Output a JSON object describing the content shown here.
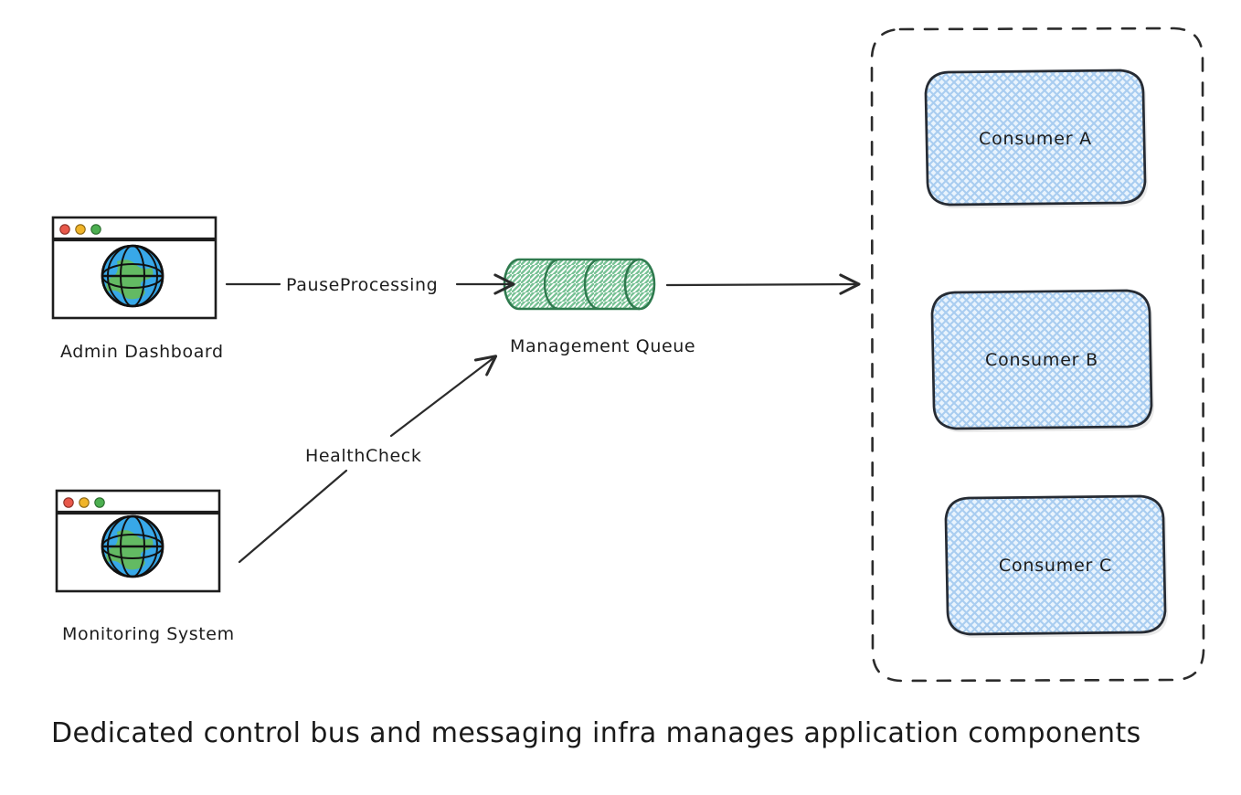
{
  "diagram": {
    "title": "Dedicated control bus and messaging infra manages application components",
    "background": "#ffffff",
    "ink_color": "#1d1d1d",
    "queue_color": "#3c8d5c",
    "box_fill": "#dbeafe",
    "box_stroke": "#1f2937",
    "globe_blue": "#38a8e8",
    "globe_green": "#63ba63",
    "dot_red": "#e8584a",
    "dot_yellow": "#f0b429",
    "dot_green": "#4caf50"
  },
  "nodes": {
    "admin_dashboard": {
      "label": "Admin Dashboard",
      "icon": "browser-window-globe-icon"
    },
    "monitoring_system": {
      "label": "Monitoring System",
      "icon": "browser-window-globe-icon"
    },
    "management_queue": {
      "label": "Management Queue",
      "icon": "queue-cylinder-icon"
    }
  },
  "group": {
    "name": "consumer-group",
    "style": "dashed-rounded-container",
    "boxes": [
      {
        "label": "Consumer A"
      },
      {
        "label": "Consumer B"
      },
      {
        "label": "Consumer C"
      }
    ]
  },
  "edges": [
    {
      "id": "pause",
      "label": "PauseProcessing",
      "from": "admin_dashboard",
      "to": "management_queue"
    },
    {
      "id": "health",
      "label": "HealthCheck",
      "from": "monitoring_system",
      "to": "management_queue"
    },
    {
      "id": "fanout",
      "label": "",
      "from": "management_queue",
      "to": "consumer-group"
    }
  ],
  "caption": {
    "text": "Dedicated control bus and messaging infra manages application components"
  }
}
